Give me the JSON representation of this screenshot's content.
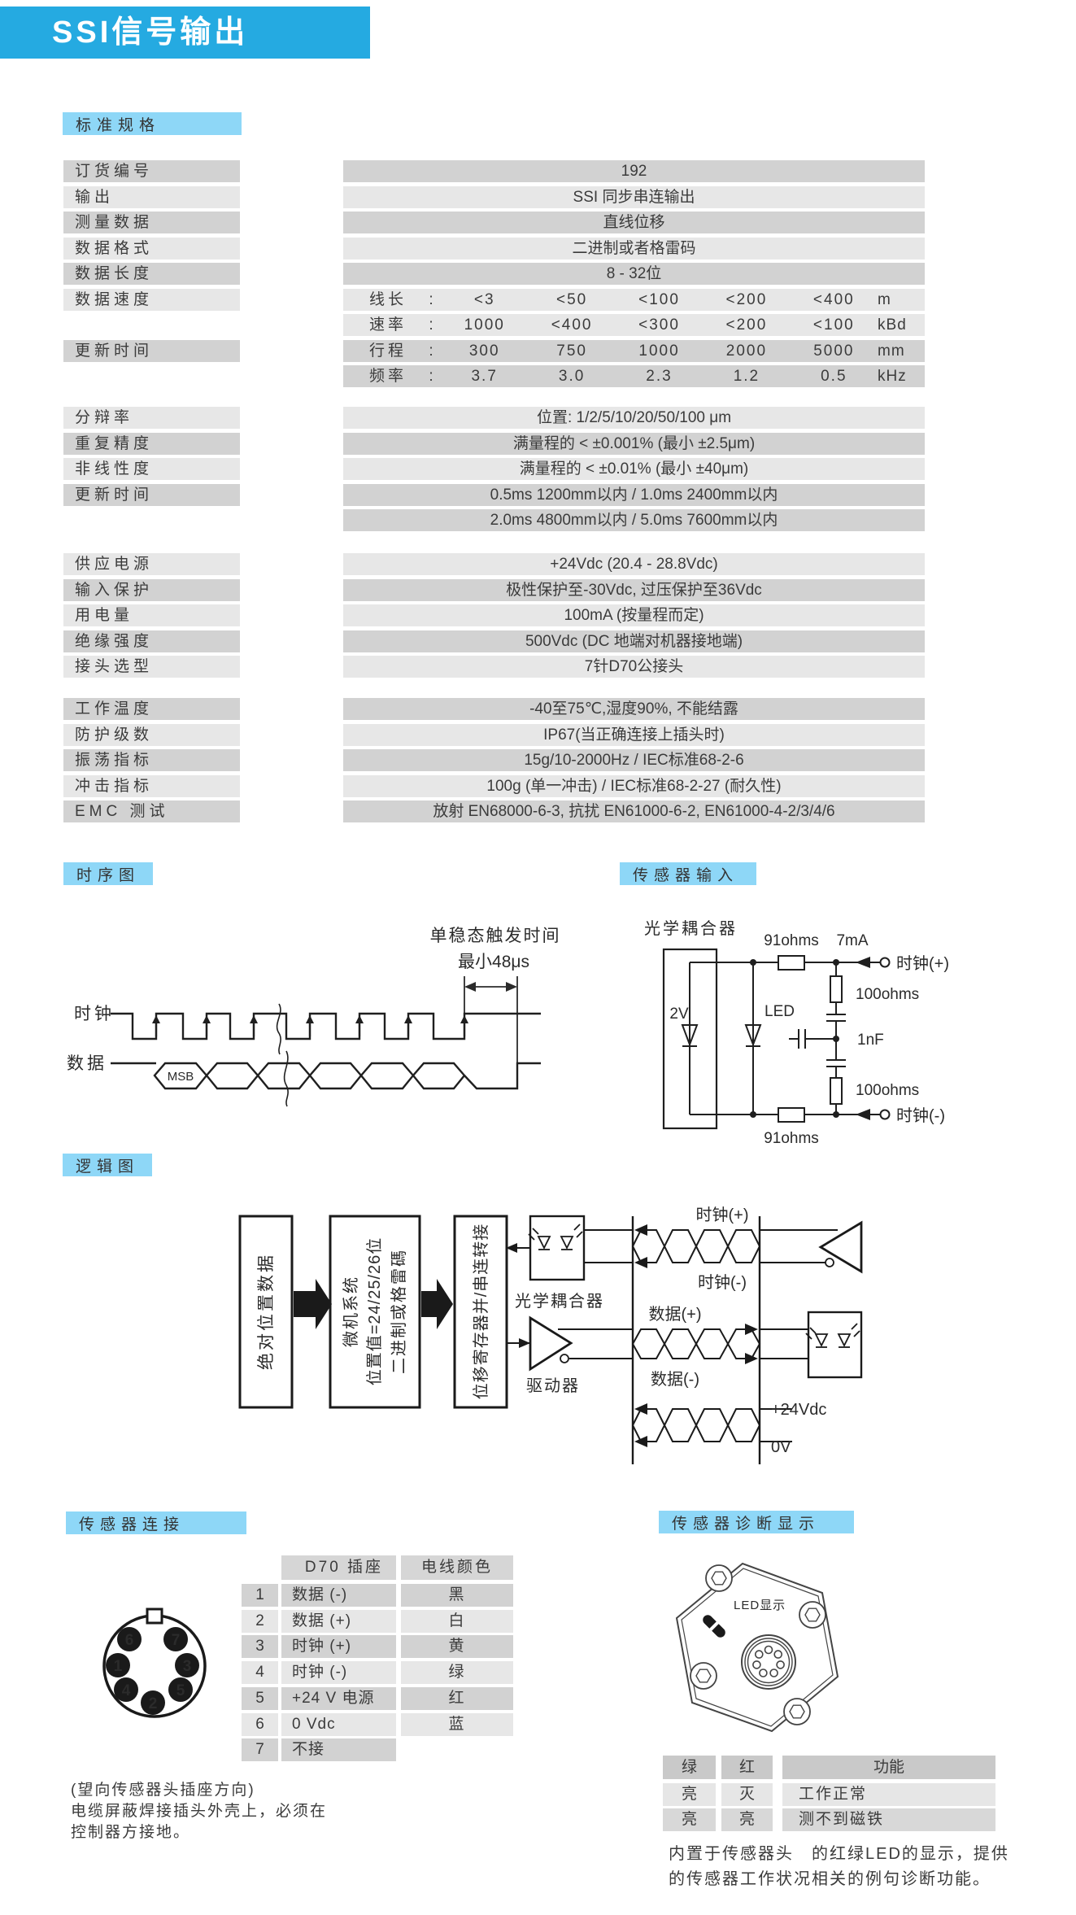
{
  "banner": {
    "title": "SSI信号输出"
  },
  "colors": {
    "banner_blue": "#25aae1",
    "chip_blue": "#8ed7f7",
    "row_dark": "#d2d2d2",
    "row_light": "#e7e7e7"
  },
  "specs": {
    "header": "标准规格",
    "blocks": [
      {
        "rows": [
          {
            "label": "订货编号",
            "value": "192"
          },
          {
            "label": "输出",
            "value": "SSI 同步串连输出"
          },
          {
            "label": "测量数据",
            "value": "直线位移"
          },
          {
            "label": "数据格式",
            "value": "二进制或者格雷码"
          },
          {
            "label": "数据长度",
            "value": "8 - 32位"
          },
          {
            "label": "数据速度",
            "cols": [
              "线长",
              ":",
              "<3",
              "<50",
              "<100",
              "<200",
              "<400",
              "m"
            ]
          },
          {
            "cols": [
              "速率",
              ":",
              "1000",
              "<400",
              "<300",
              "<200",
              "<100",
              "kBd"
            ]
          },
          {
            "label": "更新时间",
            "cols": [
              "行程",
              ":",
              "300",
              "750",
              "1000",
              "2000",
              "5000",
              "mm"
            ]
          },
          {
            "cols": [
              "频率",
              ":",
              "3.7",
              "3.0",
              "2.3",
              "1.2",
              "0.5",
              "kHz"
            ]
          }
        ]
      },
      {
        "rows": [
          {
            "label": "分辩率",
            "value": "位置: 1/2/5/10/20/50/100 μm"
          },
          {
            "label": "重复精度",
            "value": "满量程的 < ±0.001% (最小 ±2.5μm)"
          },
          {
            "label": "非线性度",
            "value": "满量程的 < ±0.01% (最小 ±40μm)"
          },
          {
            "label": "更新时间",
            "value": "0.5ms 1200mm以内  / 1.0ms 2400mm以内"
          },
          {
            "value": "2.0ms 4800mm以内  / 5.0ms 7600mm以内"
          }
        ]
      },
      {
        "rows": [
          {
            "label": "供应电源",
            "value": "+24Vdc (20.4 - 28.8Vdc)"
          },
          {
            "label": "输入保护",
            "value": "极性保护至-30Vdc, 过压保护至36Vdc"
          },
          {
            "label": "用电量",
            "value": "100mA (按量程而定)"
          },
          {
            "label": "绝缘强度",
            "value": "500Vdc (DC 地端对机器接地端)"
          },
          {
            "label": "接头选型",
            "value": "7针D70公接头"
          }
        ]
      },
      {
        "rows": [
          {
            "label": "工作温度",
            "value": "-40至75℃,湿度90%, 不能结露"
          },
          {
            "label": "防护级数",
            "value": "IP67(当正确连接上插头时)"
          },
          {
            "label": "振荡指标",
            "value": "15g/10-2000Hz / IEC标准68-2-6"
          },
          {
            "label": "冲击指标",
            "value": "100g (单一冲击) / IEC标准68-2-27 (耐久性)"
          },
          {
            "label": "EMC 测试",
            "value": "放射 EN68000-6-3, 抗扰 EN61000-6-2, EN61000-4-2/3/4/6"
          }
        ]
      }
    ]
  },
  "timing": {
    "header": "时序图",
    "labels": {
      "clock": "时钟",
      "data": "数据",
      "msb": "MSB",
      "annotation_line1": "单稳态触发时间",
      "annotation_line2": "最小48μs"
    }
  },
  "sensor_input": {
    "header": "传感器输入",
    "labels": {
      "optocoupler": "光学耦合器",
      "r91_top": "91ohms",
      "current": "7mA",
      "clock_plus": "时钟(+)",
      "r100_top": "100ohms",
      "cap": "1nF",
      "r100_bottom": "100ohms",
      "r91_bottom": "91ohms",
      "clock_minus": "时钟(-)",
      "zener": "2V",
      "led": "LED"
    }
  },
  "logic": {
    "header": "逻辑图",
    "labels": {
      "box1": "绝对位置数据",
      "box2_line1": "微机系统",
      "box2_line2": "位置值=24/25/26位",
      "box2_line3": "二进制或格雷碼",
      "box3": "位移寄存器并/串连转接",
      "optocoupler": "光学耦合器",
      "driver": "驱动器",
      "clock_plus": "时钟(+)",
      "clock_minus": "时钟(-)",
      "data_plus": "数据(+)",
      "data_minus": "数据(-)",
      "power": "+24Vdc",
      "ground": "0V"
    }
  },
  "connection": {
    "header": "传感器连接",
    "pin_numbers": [
      "6",
      "7",
      "1",
      "3",
      "4",
      "5",
      "2"
    ],
    "table": {
      "headers": [
        "D70 插座",
        "电线颜色"
      ],
      "rows": [
        {
          "pin": "1",
          "signal": "数据 (-)",
          "color": "黑"
        },
        {
          "pin": "2",
          "signal": "数据 (+)",
          "color": "白"
        },
        {
          "pin": "3",
          "signal": "时钟 (+)",
          "color": "黄"
        },
        {
          "pin": "4",
          "signal": "时钟 (-)",
          "color": "绿"
        },
        {
          "pin": "5",
          "signal": "+24 V 电源",
          "color": "红"
        },
        {
          "pin": "6",
          "signal": "0 Vdc",
          "color": "蓝"
        },
        {
          "pin": "7",
          "signal": "不接",
          "color": ""
        }
      ]
    },
    "note_lines": [
      "(望向传感器头插座方向)",
      "电缆屏蔽焊接插头外壳上，必须在",
      "控制器方接地。"
    ]
  },
  "diagnostic": {
    "header": "传感器诊断显示",
    "led_label": "LED显示",
    "table": {
      "headers": [
        "绿",
        "红",
        "功能"
      ],
      "rows": [
        {
          "green": "亮",
          "red": "灭",
          "func": "工作正常"
        },
        {
          "green": "亮",
          "red": "亮",
          "func": "测不到磁铁"
        }
      ]
    },
    "note_lines": [
      "内置于传感器头　的红绿LED的显示，提供",
      "的传感器工作状况相关的例句诊断功能。"
    ]
  }
}
